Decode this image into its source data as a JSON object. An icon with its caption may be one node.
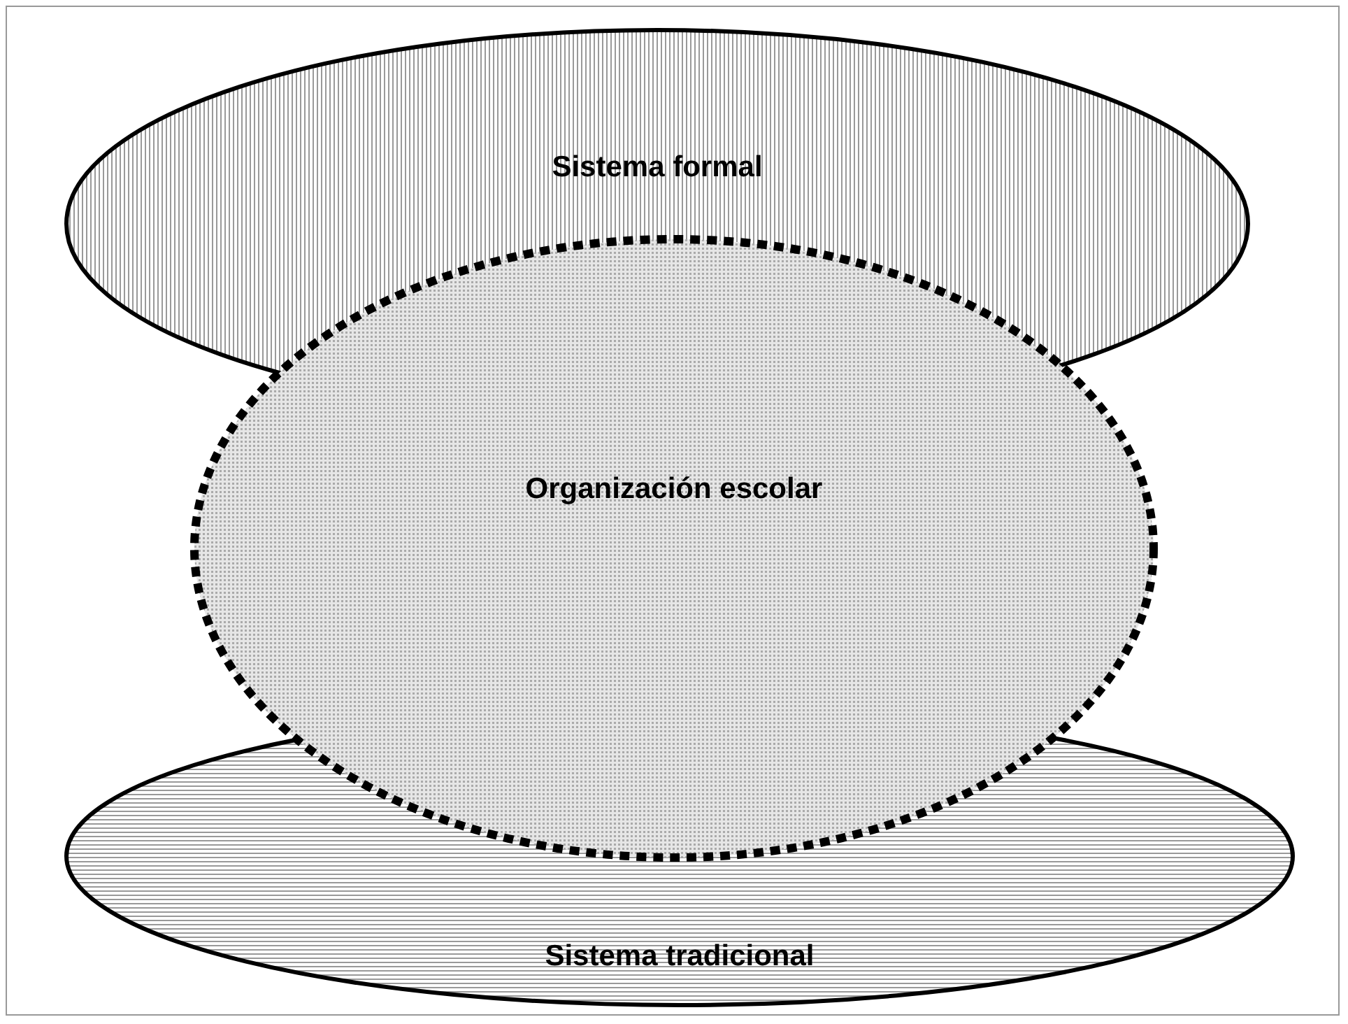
{
  "diagram": {
    "nodes": [
      {
        "text": [
          "Sistema formal"
        ]
      },
      {
        "text": [
          "Organización escolar"
        ]
      },
      {
        "text": [
          "Sistema tradicional"
        ]
      }
    ]
  }
}
